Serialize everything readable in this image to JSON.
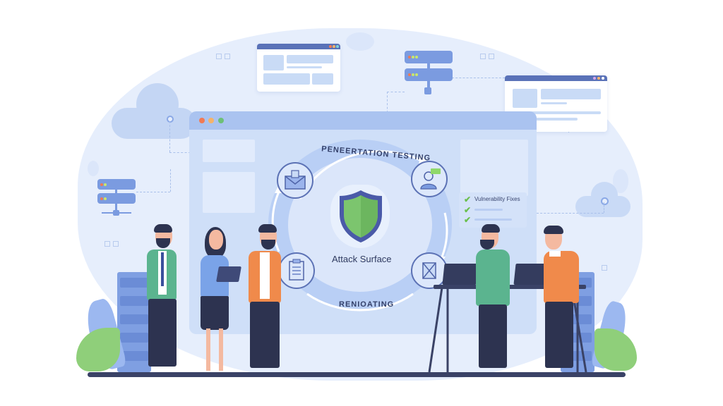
{
  "illustration": {
    "center_label": "Attack Surface",
    "cycle_labels": {
      "top": "PENEERTATION TESTING",
      "bottom": "RENIOATING"
    },
    "checklist": {
      "title": "Vulnerability Fixes",
      "items": 3
    },
    "window_dots": [
      "#f07a55",
      "#f5b36a",
      "#6dc077"
    ],
    "colors": {
      "background": "#ffffff",
      "backdrop": "#e6eefc",
      "primary_blue": "#5a72b8",
      "light_blue": "#c9dbf6",
      "shield_green": "#7cc56e",
      "shield_border": "#4a5aa8",
      "check_green": "#6bbf4e",
      "floor": "#3a4266"
    },
    "cycle_icons": [
      "envelope-icon",
      "user-chat-icon",
      "clipboard-icon",
      "broken-cube-icon"
    ],
    "people": [
      {
        "role": "man-green-blazer",
        "shirt": "#5bb48f"
      },
      {
        "role": "woman-tablet",
        "shirt": "#7aa3e8"
      },
      {
        "role": "man-orange-cardigan",
        "shirt": "#f08a4b"
      },
      {
        "role": "man-laptop-green",
        "shirt": "#5bb48f"
      },
      {
        "role": "man-laptop-orange",
        "shirt": "#f08a4b"
      }
    ]
  }
}
